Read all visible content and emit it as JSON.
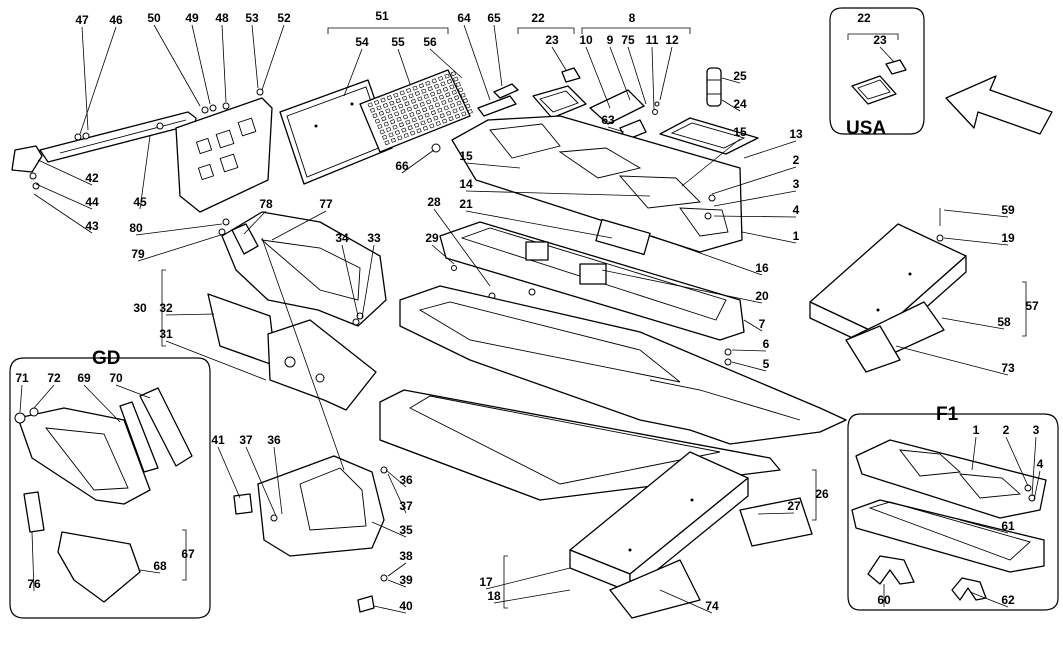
{
  "diagram": {
    "callouts": [
      {
        "id": "c47",
        "text": "47"
      },
      {
        "id": "c46",
        "text": "46"
      },
      {
        "id": "c50",
        "text": "50"
      },
      {
        "id": "c49",
        "text": "49"
      },
      {
        "id": "c48",
        "text": "48"
      },
      {
        "id": "c53",
        "text": "53"
      },
      {
        "id": "c52",
        "text": "52"
      },
      {
        "id": "c51",
        "text": "51"
      },
      {
        "id": "c54",
        "text": "54"
      },
      {
        "id": "c55",
        "text": "55"
      },
      {
        "id": "c56",
        "text": "56"
      },
      {
        "id": "c64",
        "text": "64"
      },
      {
        "id": "c65",
        "text": "65"
      },
      {
        "id": "c22a",
        "text": "22"
      },
      {
        "id": "c23a",
        "text": "23"
      },
      {
        "id": "c8",
        "text": "8"
      },
      {
        "id": "c10",
        "text": "10"
      },
      {
        "id": "c9",
        "text": "9"
      },
      {
        "id": "c75",
        "text": "75"
      },
      {
        "id": "c11",
        "text": "11"
      },
      {
        "id": "c12",
        "text": "12"
      },
      {
        "id": "c25",
        "text": "25"
      },
      {
        "id": "c24",
        "text": "24"
      },
      {
        "id": "c63",
        "text": "63"
      },
      {
        "id": "c66",
        "text": "66"
      },
      {
        "id": "c15a",
        "text": "15"
      },
      {
        "id": "c15b",
        "text": "15"
      },
      {
        "id": "c13",
        "text": "13"
      },
      {
        "id": "c2",
        "text": "2"
      },
      {
        "id": "c3",
        "text": "3"
      },
      {
        "id": "c4",
        "text": "4"
      },
      {
        "id": "c1",
        "text": "1"
      },
      {
        "id": "c14",
        "text": "14"
      },
      {
        "id": "c21",
        "text": "21"
      },
      {
        "id": "c28",
        "text": "28"
      },
      {
        "id": "c29",
        "text": "29"
      },
      {
        "id": "c16",
        "text": "16"
      },
      {
        "id": "c20",
        "text": "20"
      },
      {
        "id": "c7",
        "text": "7"
      },
      {
        "id": "c6",
        "text": "6"
      },
      {
        "id": "c5",
        "text": "5"
      },
      {
        "id": "c59",
        "text": "59"
      },
      {
        "id": "c19",
        "text": "19"
      },
      {
        "id": "c57",
        "text": "57"
      },
      {
        "id": "c58",
        "text": "58"
      },
      {
        "id": "c73",
        "text": "73"
      },
      {
        "id": "c42",
        "text": "42"
      },
      {
        "id": "c44",
        "text": "44"
      },
      {
        "id": "c43",
        "text": "43"
      },
      {
        "id": "c45",
        "text": "45"
      },
      {
        "id": "c80",
        "text": "80"
      },
      {
        "id": "c79",
        "text": "79"
      },
      {
        "id": "c78",
        "text": "78"
      },
      {
        "id": "c77",
        "text": "77"
      },
      {
        "id": "c34",
        "text": "34"
      },
      {
        "id": "c33",
        "text": "33"
      },
      {
        "id": "c30",
        "text": "30"
      },
      {
        "id": "c32",
        "text": "32"
      },
      {
        "id": "c31",
        "text": "31"
      },
      {
        "id": "c71",
        "text": "71"
      },
      {
        "id": "c72",
        "text": "72"
      },
      {
        "id": "c69",
        "text": "69"
      },
      {
        "id": "c70",
        "text": "70"
      },
      {
        "id": "c67",
        "text": "67"
      },
      {
        "id": "c68",
        "text": "68"
      },
      {
        "id": "c76",
        "text": "76"
      },
      {
        "id": "c41",
        "text": "41"
      },
      {
        "id": "c37a",
        "text": "37"
      },
      {
        "id": "c36a",
        "text": "36"
      },
      {
        "id": "c36b",
        "text": "36"
      },
      {
        "id": "c37b",
        "text": "37"
      },
      {
        "id": "c35",
        "text": "35"
      },
      {
        "id": "c38",
        "text": "38"
      },
      {
        "id": "c39",
        "text": "39"
      },
      {
        "id": "c40",
        "text": "40"
      },
      {
        "id": "c26",
        "text": "26"
      },
      {
        "id": "c27",
        "text": "27"
      },
      {
        "id": "c17",
        "text": "17"
      },
      {
        "id": "c18",
        "text": "18"
      },
      {
        "id": "c74",
        "text": "74"
      },
      {
        "id": "c22b",
        "text": "22"
      },
      {
        "id": "c23b",
        "text": "23"
      },
      {
        "id": "cf1_1",
        "text": "1"
      },
      {
        "id": "cf1_2",
        "text": "2"
      },
      {
        "id": "cf1_3",
        "text": "3"
      },
      {
        "id": "cf1_4",
        "text": "4"
      },
      {
        "id": "c61",
        "text": "61"
      },
      {
        "id": "c60",
        "text": "60"
      },
      {
        "id": "c62",
        "text": "62"
      }
    ],
    "inset_labels": {
      "usa": "USA",
      "gd": "GD",
      "f1": "F1"
    }
  }
}
